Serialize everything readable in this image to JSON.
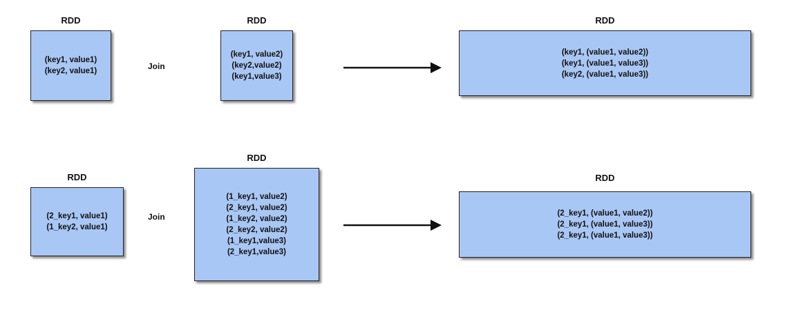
{
  "rows": [
    {
      "left": {
        "title": "RDD",
        "lines": [
          "(key1, value1)",
          "(key2, value1)"
        ]
      },
      "operator": "Join",
      "right": {
        "title": "RDD",
        "lines": [
          "(key1, value2)",
          "(key2,value2)",
          "(key1,value3)"
        ]
      },
      "result": {
        "title": "RDD",
        "lines": [
          "(key1, (value1, value2))",
          "(key1, (value1, value3))",
          "(key2, (value1, value3))"
        ]
      }
    },
    {
      "left": {
        "title": "RDD",
        "lines": [
          "(2_key1, value1)",
          "(1_key2, value1)"
        ]
      },
      "operator": "Join",
      "right": {
        "title": "RDD",
        "lines": [
          "(1_key1, value2)",
          "(2_key1, value2)",
          "(1_key2, value2)",
          "(2_key2, value2)",
          "(1_key1,value3)",
          "(2_key1,value3)"
        ]
      },
      "result": {
        "title": "RDD",
        "lines": [
          "(2_key1, (value1, value2))",
          "(2_key1, (value1, value3))",
          "(2_key1, (value1, value3))"
        ]
      }
    }
  ]
}
